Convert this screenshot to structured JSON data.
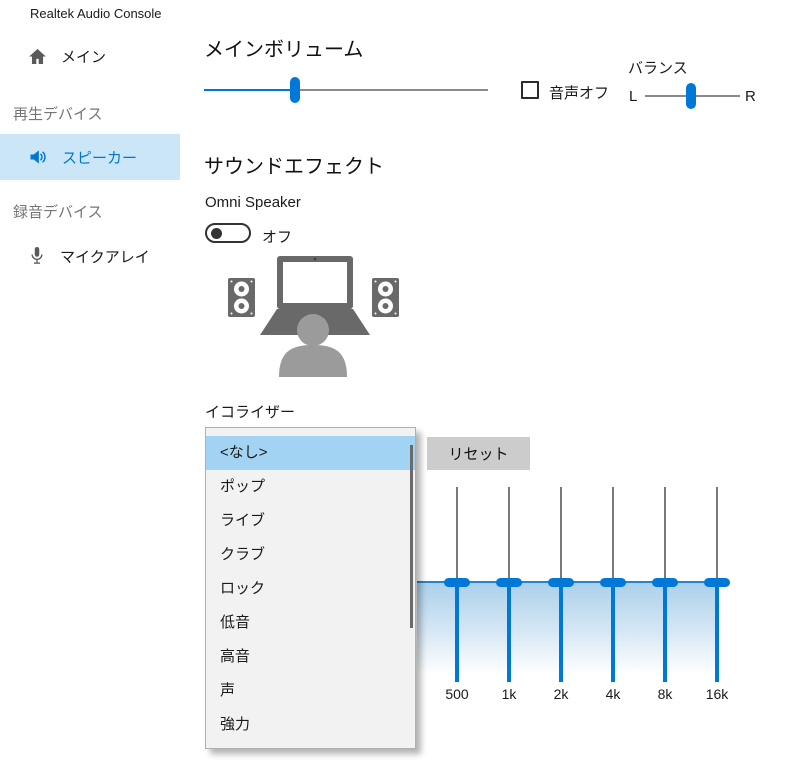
{
  "app_title": "Realtek Audio Console",
  "sidebar": {
    "main": {
      "label": "メイン",
      "icon": "home-icon"
    },
    "playback_section": "再生デバイス",
    "speaker": {
      "label": "スピーカー",
      "icon": "speaker-icon",
      "selected": true
    },
    "recording_section": "録音デバイス",
    "mic": {
      "label": "マイクアレイ",
      "icon": "microphone-icon"
    }
  },
  "main_volume": {
    "heading": "メインボリューム",
    "volume_percent": 32,
    "mute": {
      "label": "音声オフ",
      "checked": false
    },
    "balance": {
      "label": "バランス",
      "left_label": "L",
      "right_label": "R",
      "percent": 48
    }
  },
  "sound_effects": {
    "heading": "サウンドエフェクト",
    "omni_speaker": {
      "label": "Omni Speaker",
      "state_label": "オフ",
      "on": false
    }
  },
  "equalizer": {
    "label": "イコライザー",
    "reset_label": "リセット",
    "preset_list": {
      "items": [
        "<なし>",
        "ポップ",
        "ライブ",
        "クラブ",
        "ロック",
        "低音",
        "高音",
        "声",
        "強力"
      ],
      "selected_index": 0
    },
    "bands": [
      {
        "label": "500",
        "percent_from_top": 49
      },
      {
        "label": "1k",
        "percent_from_top": 49
      },
      {
        "label": "2k",
        "percent_from_top": 49
      },
      {
        "label": "4k",
        "percent_from_top": 49
      },
      {
        "label": "8k",
        "percent_from_top": 49
      },
      {
        "label": "16k",
        "percent_from_top": 49
      }
    ]
  },
  "colors": {
    "accent": "#0078d7",
    "sidebar_selected_bg": "#cbe6f7",
    "selected_text": "#0077d4",
    "dropdown_selected_bg": "#a3d3f2",
    "reset_button_bg": "#cccccc"
  }
}
